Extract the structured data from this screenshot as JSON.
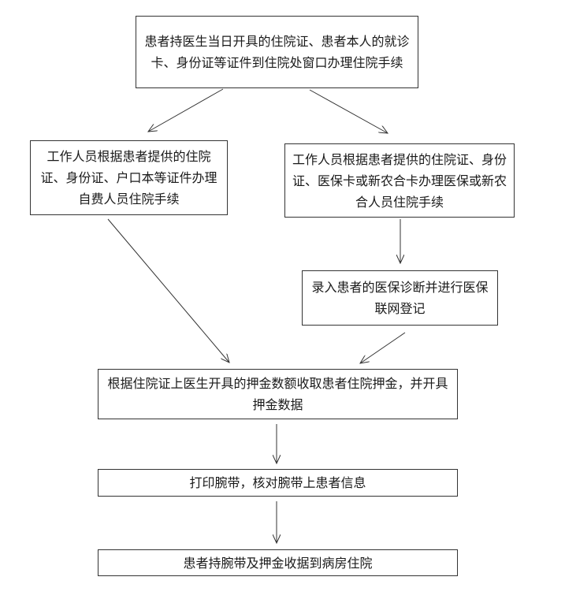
{
  "flowchart": {
    "step_submit": "患者持医生当日开具的住院证、患者本人的就诊卡、身份证等证件到住院处窗口办理住院手续",
    "step_self_pay": "工作人员根据患者提供的住院证、身份证、户口本等证件办理自费人员住院手续",
    "step_insured": "工作人员根据患者提供的住院证、身份证、医保卡或新农合卡办理医保或新农合人员住院手续",
    "step_register": "录入患者的医保诊断并进行医保联网登记",
    "step_deposit": "根据住院证上医生开具的押金数额收取患者住院押金，并开具押金数据",
    "step_wristband": "打印腕带，核对腕带上患者信息",
    "step_ward": "患者持腕带及押金收据到病房住院"
  }
}
